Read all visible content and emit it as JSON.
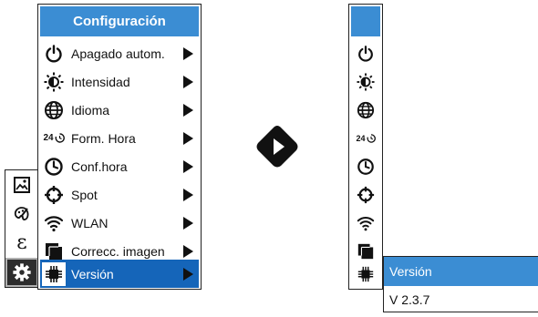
{
  "menu": {
    "title": "Configuración",
    "items": [
      {
        "label": "Apagado autom.",
        "icon": "power-icon"
      },
      {
        "label": "Intensidad",
        "icon": "brightness-icon"
      },
      {
        "label": "Idioma",
        "icon": "globe-icon"
      },
      {
        "label": "Form. Hora",
        "icon": "time-format-24-icon"
      },
      {
        "label": "Conf.hora",
        "icon": "clock-icon"
      },
      {
        "label": "Spot",
        "icon": "crosshair-icon"
      },
      {
        "label": "WLAN",
        "icon": "wifi-icon"
      },
      {
        "label": "Correcc. imagen",
        "icon": "image-correction-icon"
      },
      {
        "label": "Versión",
        "icon": "chip-icon",
        "selected": true
      }
    ]
  },
  "side_tabs": [
    {
      "icon": "image-icon"
    },
    {
      "icon": "palette-icon"
    },
    {
      "icon": "epsilon-icon"
    },
    {
      "icon": "gear-icon",
      "active": true
    }
  ],
  "submenu": {
    "title": "Versión",
    "value": "V 2.3.7"
  },
  "format_24_text": "24",
  "epsilon_glyph": "ε",
  "colors": {
    "header_blue": "#3b8dd3",
    "selected_blue": "#1565b9"
  }
}
